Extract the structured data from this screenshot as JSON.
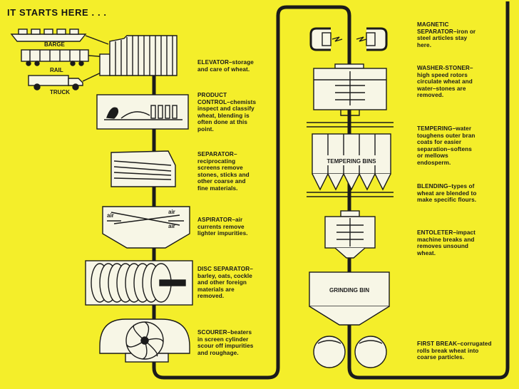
{
  "header": {
    "title": "IT STARTS HERE . . ."
  },
  "transport": {
    "barge": "BARGE",
    "rail": "RAIL",
    "truck": "TRUCK"
  },
  "left_steps": [
    {
      "name": "ELEVATOR",
      "text": "ELEVATOR–storage\nand care of wheat."
    },
    {
      "name": "PRODUCT CONTROL",
      "text": "PRODUCT\nCONTROL–chemists\ninspect and classify\nwheat, blending is\noften done at this\npoint."
    },
    {
      "name": "SEPARATOR",
      "text": "SEPARATOR–\nreciprocating\nscreens remove\nstones, sticks and\nother coarse and\nfine materials."
    },
    {
      "name": "ASPIRATOR",
      "text": "ASPIRATOR–air\ncurrents remove\nlighter impurities."
    },
    {
      "name": "DISC SEPARATOR",
      "text": "DISC SEPARATOR–\nbarley, oats, cockle\nand other foreign\nmaterials are\nremoved."
    },
    {
      "name": "SCOURER",
      "text": "SCOURER–beaters\nin screen cylinder\nscour off impurities\nand roughage."
    }
  ],
  "right_steps": [
    {
      "name": "MAGNETIC SEPARATOR",
      "text": "MAGNETIC\nSEPARATOR–iron or\nsteel articles stay\nhere."
    },
    {
      "name": "WASHER-STONER",
      "text": "WASHER-STONER–\nhigh speed rotors\ncirculate wheat and\nwater–stones are\nremoved."
    },
    {
      "name": "TEMPERING",
      "text": "TEMPERING–water\ntoughens outer bran\ncoats for easier\nseparation–softens\nor mellows\nendosperm."
    },
    {
      "name": "BLENDING",
      "text": "BLENDING–types of\nwheat are blended to\nmake specific flours."
    },
    {
      "name": "ENTOLETER",
      "text": "ENTOLETER–impact\nmachine breaks and\nremoves unsound\nwheat."
    },
    {
      "name": "FIRST BREAK",
      "text": "FIRST BREAK–corrugated\nrolls break wheat into\ncoarse particles."
    }
  ],
  "equipment_labels": {
    "air": "air",
    "tempering_bins": "TEMPERING BINS",
    "grinding_bin": "GRINDING BIN"
  },
  "colors": {
    "background": "#f4ee2a",
    "ink": "#1b1b1b",
    "panel": "#f7f6e6"
  }
}
